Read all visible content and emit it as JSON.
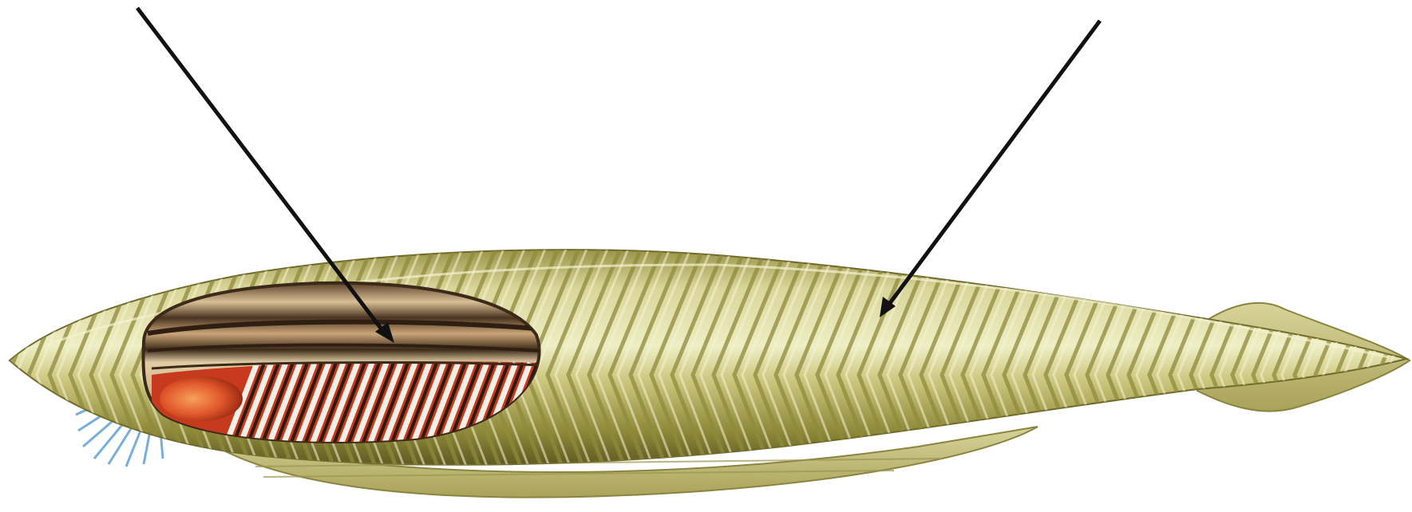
{
  "figure": {
    "subject": "lancelet-cutaway-illustration",
    "pointers": [
      {
        "id": "pointer-left",
        "target": "pharynx-gill-slits"
      },
      {
        "id": "pointer-right",
        "target": "myomere-muscle-blocks"
      }
    ],
    "colors": {
      "background": "#ffffff",
      "body_light": "#e8e6b0",
      "body_mid": "#bdb86a",
      "body_dark": "#6f6a2a",
      "stripe": "#8f8a3c",
      "cavity_tan": "#c8a87c",
      "cavity_brown": "#3b2a1a",
      "gill_red": "#c83a1e",
      "gill_white": "#f2efe6",
      "mouth_orange": "#e0562a",
      "cirri_blue": "#6aa6d6",
      "arrow": "#111111"
    }
  }
}
